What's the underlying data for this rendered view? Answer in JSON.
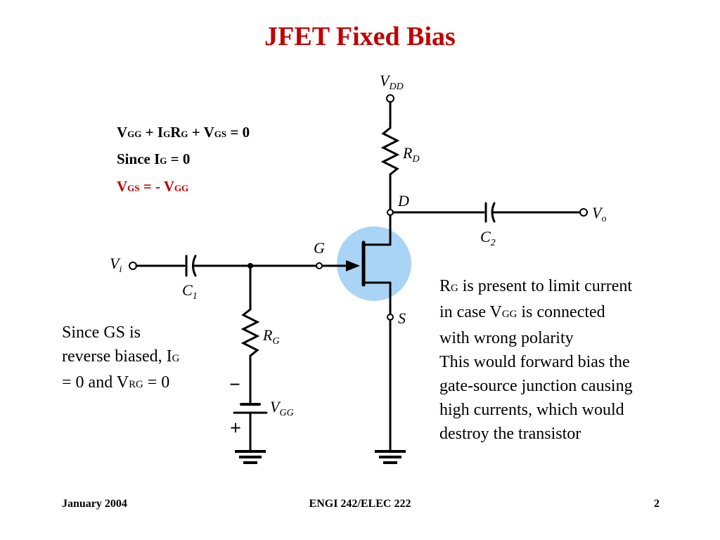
{
  "title": "JFET Fixed Bias",
  "equations": [
    {
      "parts": [
        [
          "V",
          "GG"
        ],
        [
          " + I",
          "G"
        ],
        [
          "R",
          "G"
        ],
        [
          " + V",
          "GS"
        ],
        [
          " = 0",
          ""
        ]
      ]
    },
    {
      "parts": [
        [
          "Since I",
          "G"
        ],
        [
          " = 0",
          ""
        ]
      ]
    },
    {
      "parts": [
        [
          "V",
          "GS"
        ],
        [
          " = - V",
          "GG"
        ]
      ]
    }
  ],
  "note_left": {
    "line1": "Since GS is",
    "line2_pre": "reverse biased, I",
    "line2_sub": "G",
    "line3_a": "= 0 and V",
    "line3_sub": "RG",
    "line3_b": " = 0"
  },
  "note_right": {
    "l1_pre": "R",
    "l1_sub": "G",
    "l1_post": " is present to limit current",
    "l2_pre": "in case V",
    "l2_sub": "GG",
    "l2_post": " is connected",
    "l3": "with wrong polarity",
    "l4": "This would forward bias the",
    "l5": "gate-source junction causing",
    "l6": "high currents, which would",
    "l7": "destroy the transistor"
  },
  "circuit": {
    "vdd": [
      "V",
      "DD"
    ],
    "rd": [
      "R",
      "D"
    ],
    "d": "D",
    "vo": [
      "V",
      "o"
    ],
    "c2": [
      "C",
      "2"
    ],
    "g": "G",
    "vi": [
      "V",
      "i"
    ],
    "c1": [
      "C",
      "1"
    ],
    "s": "S",
    "rg": [
      "R",
      "G"
    ],
    "vgg": [
      "V",
      "GG"
    ],
    "minus": "−",
    "plus": "+"
  },
  "footer": {
    "left": "January 2004",
    "center": "ENGI 242/ELEC 222",
    "right": "2"
  },
  "colors": {
    "title": "#c00000",
    "highlight": "#a9d4f5"
  }
}
